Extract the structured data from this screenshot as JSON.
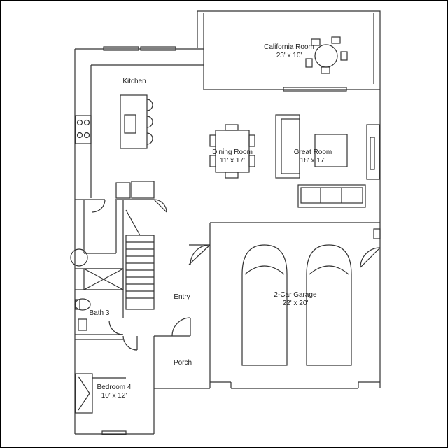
{
  "rooms": {
    "california_room": {
      "name": "California Room",
      "dims": "23' x 10'"
    },
    "kitchen": {
      "name": "Kitchen"
    },
    "dining_room": {
      "name": "Dining Room",
      "dims": "11' x 17'"
    },
    "great_room": {
      "name": "Great Room",
      "dims": "18' x 17'"
    },
    "entry": {
      "name": "Entry"
    },
    "garage": {
      "name": "2-Car Garage",
      "dims": "22' x 20'"
    },
    "bath3": {
      "name": "Bath 3"
    },
    "porch": {
      "name": "Porch"
    },
    "bedroom4": {
      "name": "Bedroom 4",
      "dims": "10' x 12'"
    }
  },
  "colors": {
    "line": "#333333",
    "background": "#ffffff",
    "frame": "#000000"
  }
}
